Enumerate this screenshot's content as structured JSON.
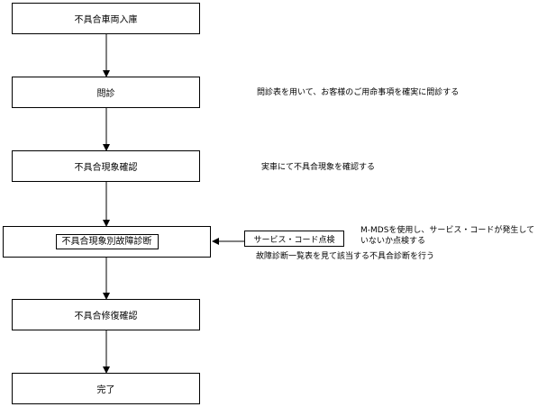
{
  "diagram": {
    "steps": [
      "不具合車両入庫",
      "問診",
      "不具合現象確認",
      "不具合現象別故障診断",
      "不具合修復確認",
      "完了"
    ],
    "side_box": "サービス・コード点検",
    "notes": {
      "interview": "問診表を用いて、お客様のご用命事項を確実に問診する",
      "symptom_check": "実車にて不具合現象を確認する",
      "mmds_line1": "M-MDSを使用し、サービス・コードが発生して",
      "mmds_line2": "いないか点検する",
      "diag_table": "故障診断一覧表を見て該当する不具合診断を行う"
    }
  }
}
